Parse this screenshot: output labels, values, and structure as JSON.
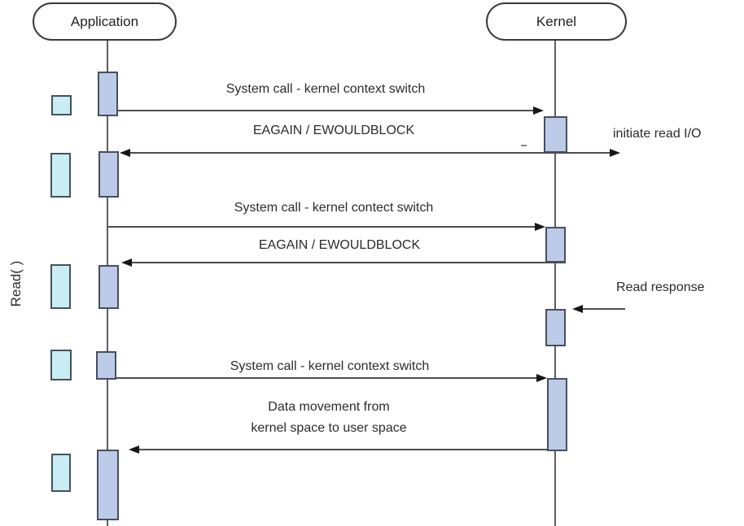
{
  "actors": [
    {
      "name": "Application"
    },
    {
      "name": "Kernel"
    }
  ],
  "left_rotated_label": "Read( )",
  "messages": [
    {
      "label": "System call - kernel context switch",
      "direction": "right"
    },
    {
      "label": "EAGAIN / EWOULDBLOCK",
      "direction": "left"
    },
    {
      "label": "initiate read I/O",
      "direction": "right"
    },
    {
      "label": "System call - kernel contect switch",
      "direction": "right"
    },
    {
      "label": "EAGAIN / EWOULDBLOCK",
      "direction": "left"
    },
    {
      "label": "Read response",
      "direction": "left"
    },
    {
      "label": "System call - kernel context switch",
      "direction": "right"
    },
    {
      "lines": [
        "Data movement from",
        "kernel space to user space"
      ],
      "direction": "left"
    }
  ],
  "colors": {
    "activation_fill": "#bccbe8",
    "queue_fill": "#c9edf4",
    "line": "#4d4d4d",
    "text_color": "#2b2b2b"
  }
}
